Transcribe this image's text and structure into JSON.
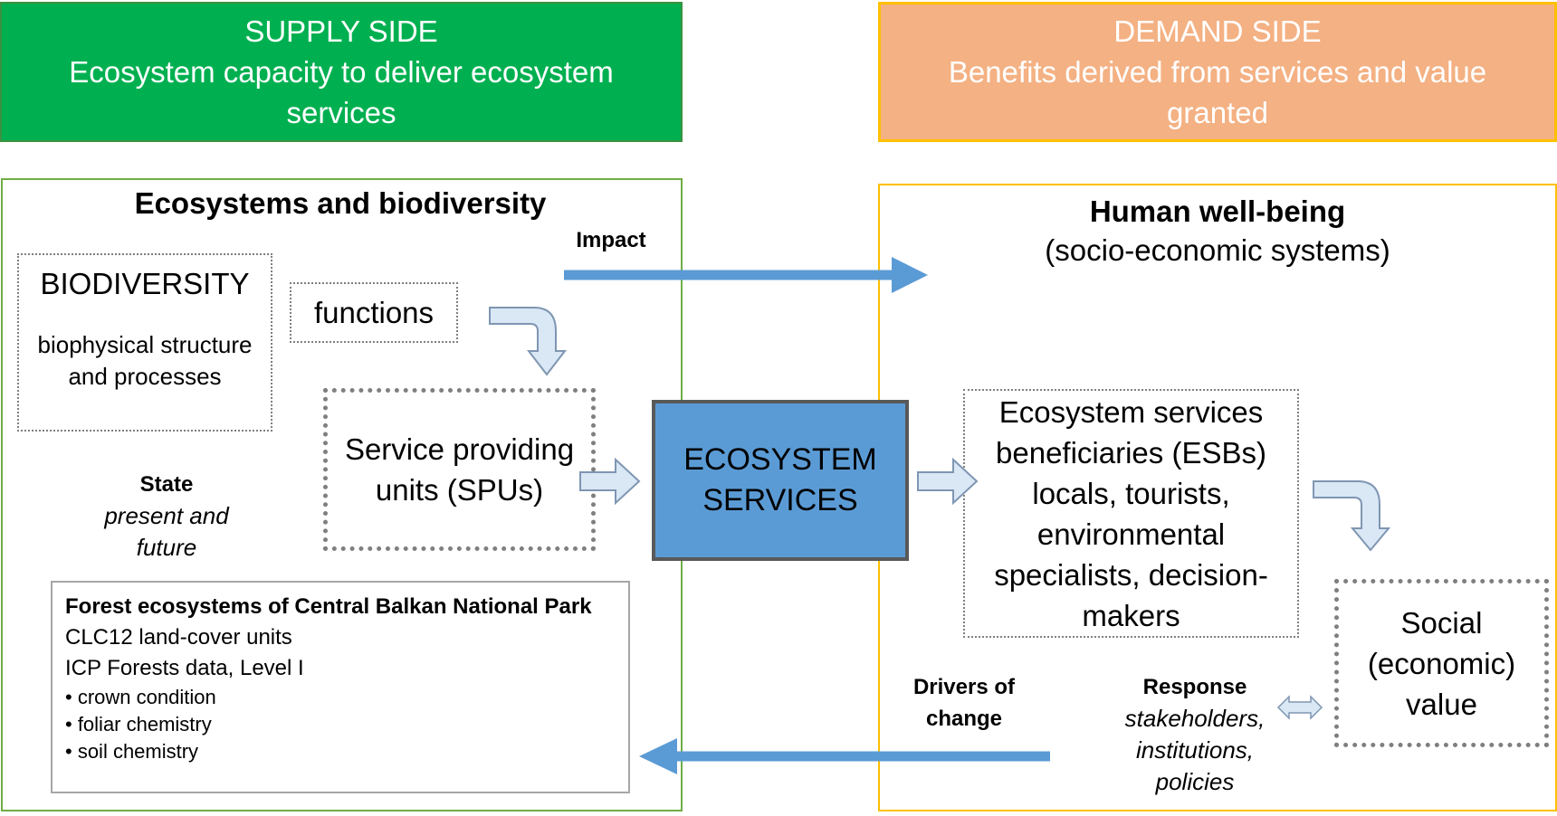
{
  "supply_header": {
    "line1": "SUPPLY SIDE",
    "line2": "Ecosystem capacity to deliver ecosystem",
    "line3": "services"
  },
  "demand_header": {
    "line1": "DEMAND SIDE",
    "line2": "Benefits derived from services and value",
    "line3": "granted"
  },
  "left_panel": {
    "title": "Ecosystems and biodiversity",
    "biodiversity": {
      "title": "BIODIVERSITY",
      "line1": "biophysical structure",
      "line2": "and processes"
    },
    "functions": "functions",
    "spu": {
      "line1": "Service providing",
      "line2": "units (SPUs)"
    },
    "state": {
      "label": "State",
      "line1": "present and",
      "line2": "future"
    },
    "forest": {
      "heading": "Forest ecosystems of Central Balkan National Park",
      "line1": "CLC12 land-cover units",
      "line2": "ICP Forests data, Level I",
      "bullets": [
        "• crown condition",
        "• foliar chemistry",
        "• soil chemistry"
      ]
    }
  },
  "impact_label": "Impact",
  "ecosystem_services": {
    "line1": "ECOSYSTEM",
    "line2": "SERVICES"
  },
  "right_panel": {
    "title": "Human well-being",
    "subtitle": "(socio-economic systems)",
    "esb": [
      "Ecosystem services",
      "beneficiaries (ESBs)",
      "locals, tourists,",
      "environmental",
      "specialists, decision-",
      "makers"
    ],
    "social_value": [
      "Social",
      "(economic)",
      "value"
    ],
    "drivers": {
      "line1": "Drivers of",
      "line2": "change"
    },
    "response": {
      "label": "Response",
      "line1": "stakeholders,",
      "line2": "institutions,",
      "line3": "policies"
    }
  },
  "colors": {
    "supply_green": "#00b050",
    "demand_orange": "#f4b183",
    "ecosystem_services_blue": "#5b9bd5",
    "arrow_blue": "#5b9bd5",
    "block_arrow_fill": "#dae7f5"
  }
}
